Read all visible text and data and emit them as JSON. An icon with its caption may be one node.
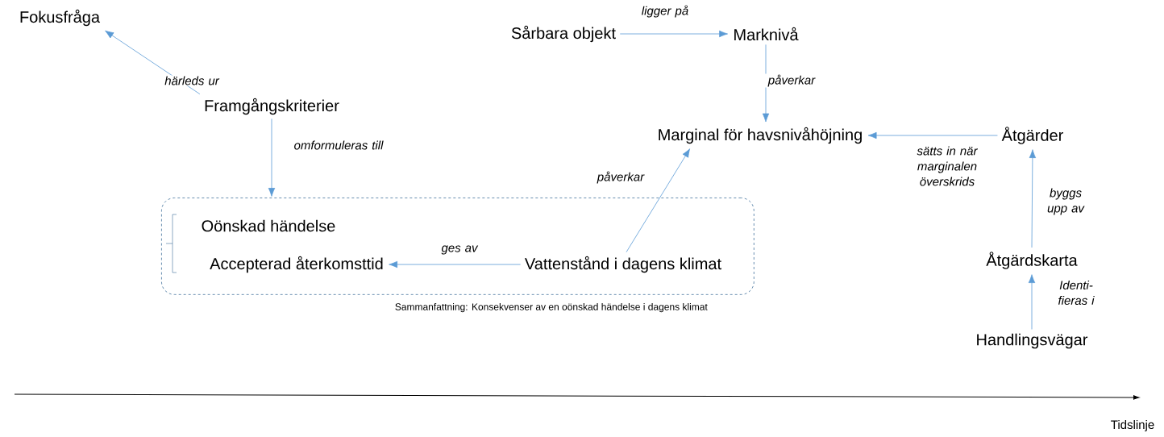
{
  "diagram": {
    "nodes": [
      {
        "text": [
          "Fokusfråga"
        ]
      },
      {
        "text": [
          "Framgångskriterier"
        ]
      },
      {
        "text": [],
        "shape": "box",
        "beside": [
          "Sammanfattning: Konsekvenser av en oönskad händelse i dagens klimat"
        ]
      },
      {
        "text": [
          "Oönskad händelse"
        ],
        "in": 2
      },
      {
        "text": [
          "Accepterad återkomsttid"
        ],
        "in": 2
      },
      {
        "text": [
          "Vattenstånd i dagens klimat"
        ],
        "in": 2
      },
      {
        "text": [
          "Sårbara objekt"
        ]
      },
      {
        "text": [
          "Marknivå"
        ]
      },
      {
        "text": [
          "Marginal för havsnivåhöjning"
        ]
      },
      {
        "text": [
          "Åtgärder"
        ]
      },
      {
        "text": [
          "Åtgärdskarta"
        ]
      },
      {
        "text": [
          "Handlingsvägar"
        ]
      }
    ],
    "edges": [
      {
        "from": 1,
        "to": 0,
        "arrow": "to",
        "label": "härleds ur"
      },
      {
        "from": 1,
        "to": 2,
        "arrow": "to",
        "label": "omformuleras till"
      },
      {
        "from": 5,
        "to": 4,
        "arrow": "to",
        "label": "ges av"
      },
      {
        "from": 5,
        "to": 8,
        "arrow": "to",
        "label": "påverkar"
      },
      {
        "from": 6,
        "to": 7,
        "arrow": "to",
        "label": "ligger på"
      },
      {
        "from": 7,
        "to": 8,
        "arrow": "to",
        "label": "påverkar"
      },
      {
        "from": 9,
        "to": 8,
        "arrow": "to",
        "label": "sätts in när marginalen överskrids"
      },
      {
        "from": 10,
        "to": 9,
        "arrow": "to",
        "label": "byggs upp av"
      },
      {
        "from": 11,
        "to": 10,
        "arrow": "to",
        "label": "Identi- fieras i"
      }
    ],
    "labels": [
      "Tidslinje"
    ]
  }
}
